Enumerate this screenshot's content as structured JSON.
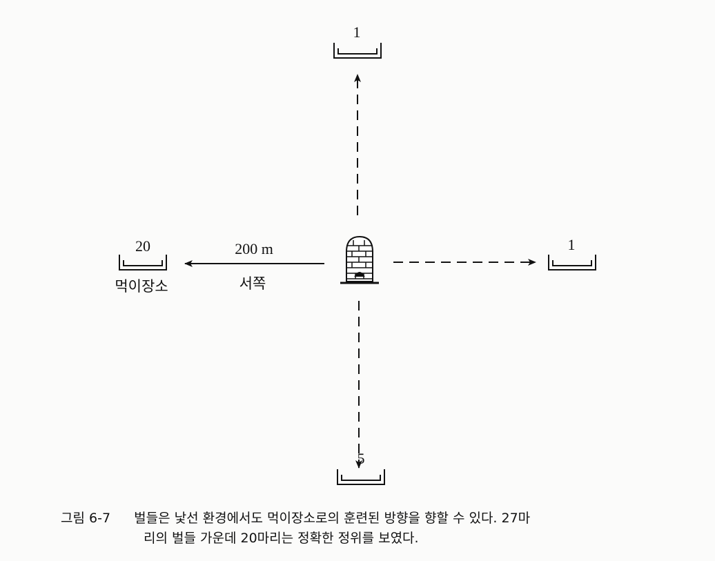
{
  "diagram": {
    "north_count": "1",
    "east_count": "1",
    "south_count": "5",
    "west_count": "20",
    "west_label": "먹이장소",
    "distance_label": "200 m",
    "direction_label": "서쪽"
  },
  "caption": {
    "figure_number": "그림 6-7",
    "line1": "벌들은 낯선 환경에서도 먹이장소로의 훈련된 방향을 향할 수 있다. 27마",
    "line2": "리의 벌들 가운데 20마리는 정확한 정위를 보였다."
  }
}
